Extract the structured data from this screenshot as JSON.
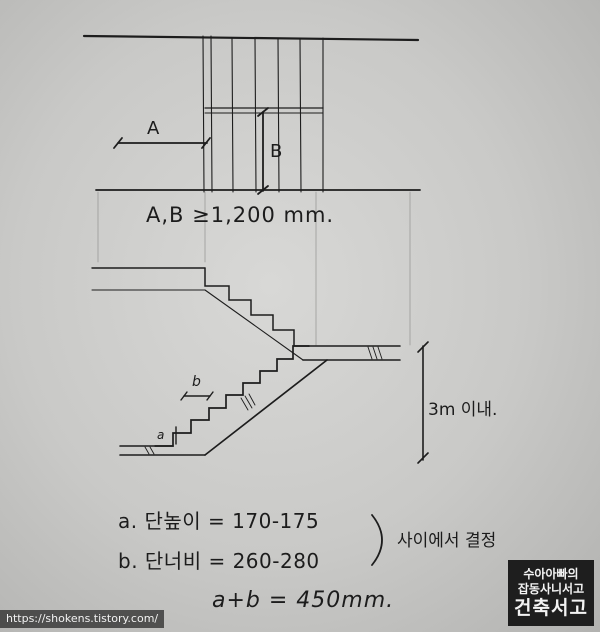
{
  "plan_view": {
    "label_a": "A",
    "label_b": "B",
    "dimension_note": "A,B ≥1,200 mm."
  },
  "section_view": {
    "label_b": "b",
    "label_a": "a",
    "height_note": "3m 이내."
  },
  "rules": {
    "line_a": "a. 단높이 = 170-175",
    "line_b": "b. 단너비 = 260-280",
    "bracket_note": "사이에서 결정",
    "formula": "a+b = 450mm."
  },
  "footer": {
    "url": "https://shokens.tistory.com/",
    "badge_line1": "수아아빠의",
    "badge_line2": "잡동사니서고",
    "badge_line3": "건축서고"
  }
}
